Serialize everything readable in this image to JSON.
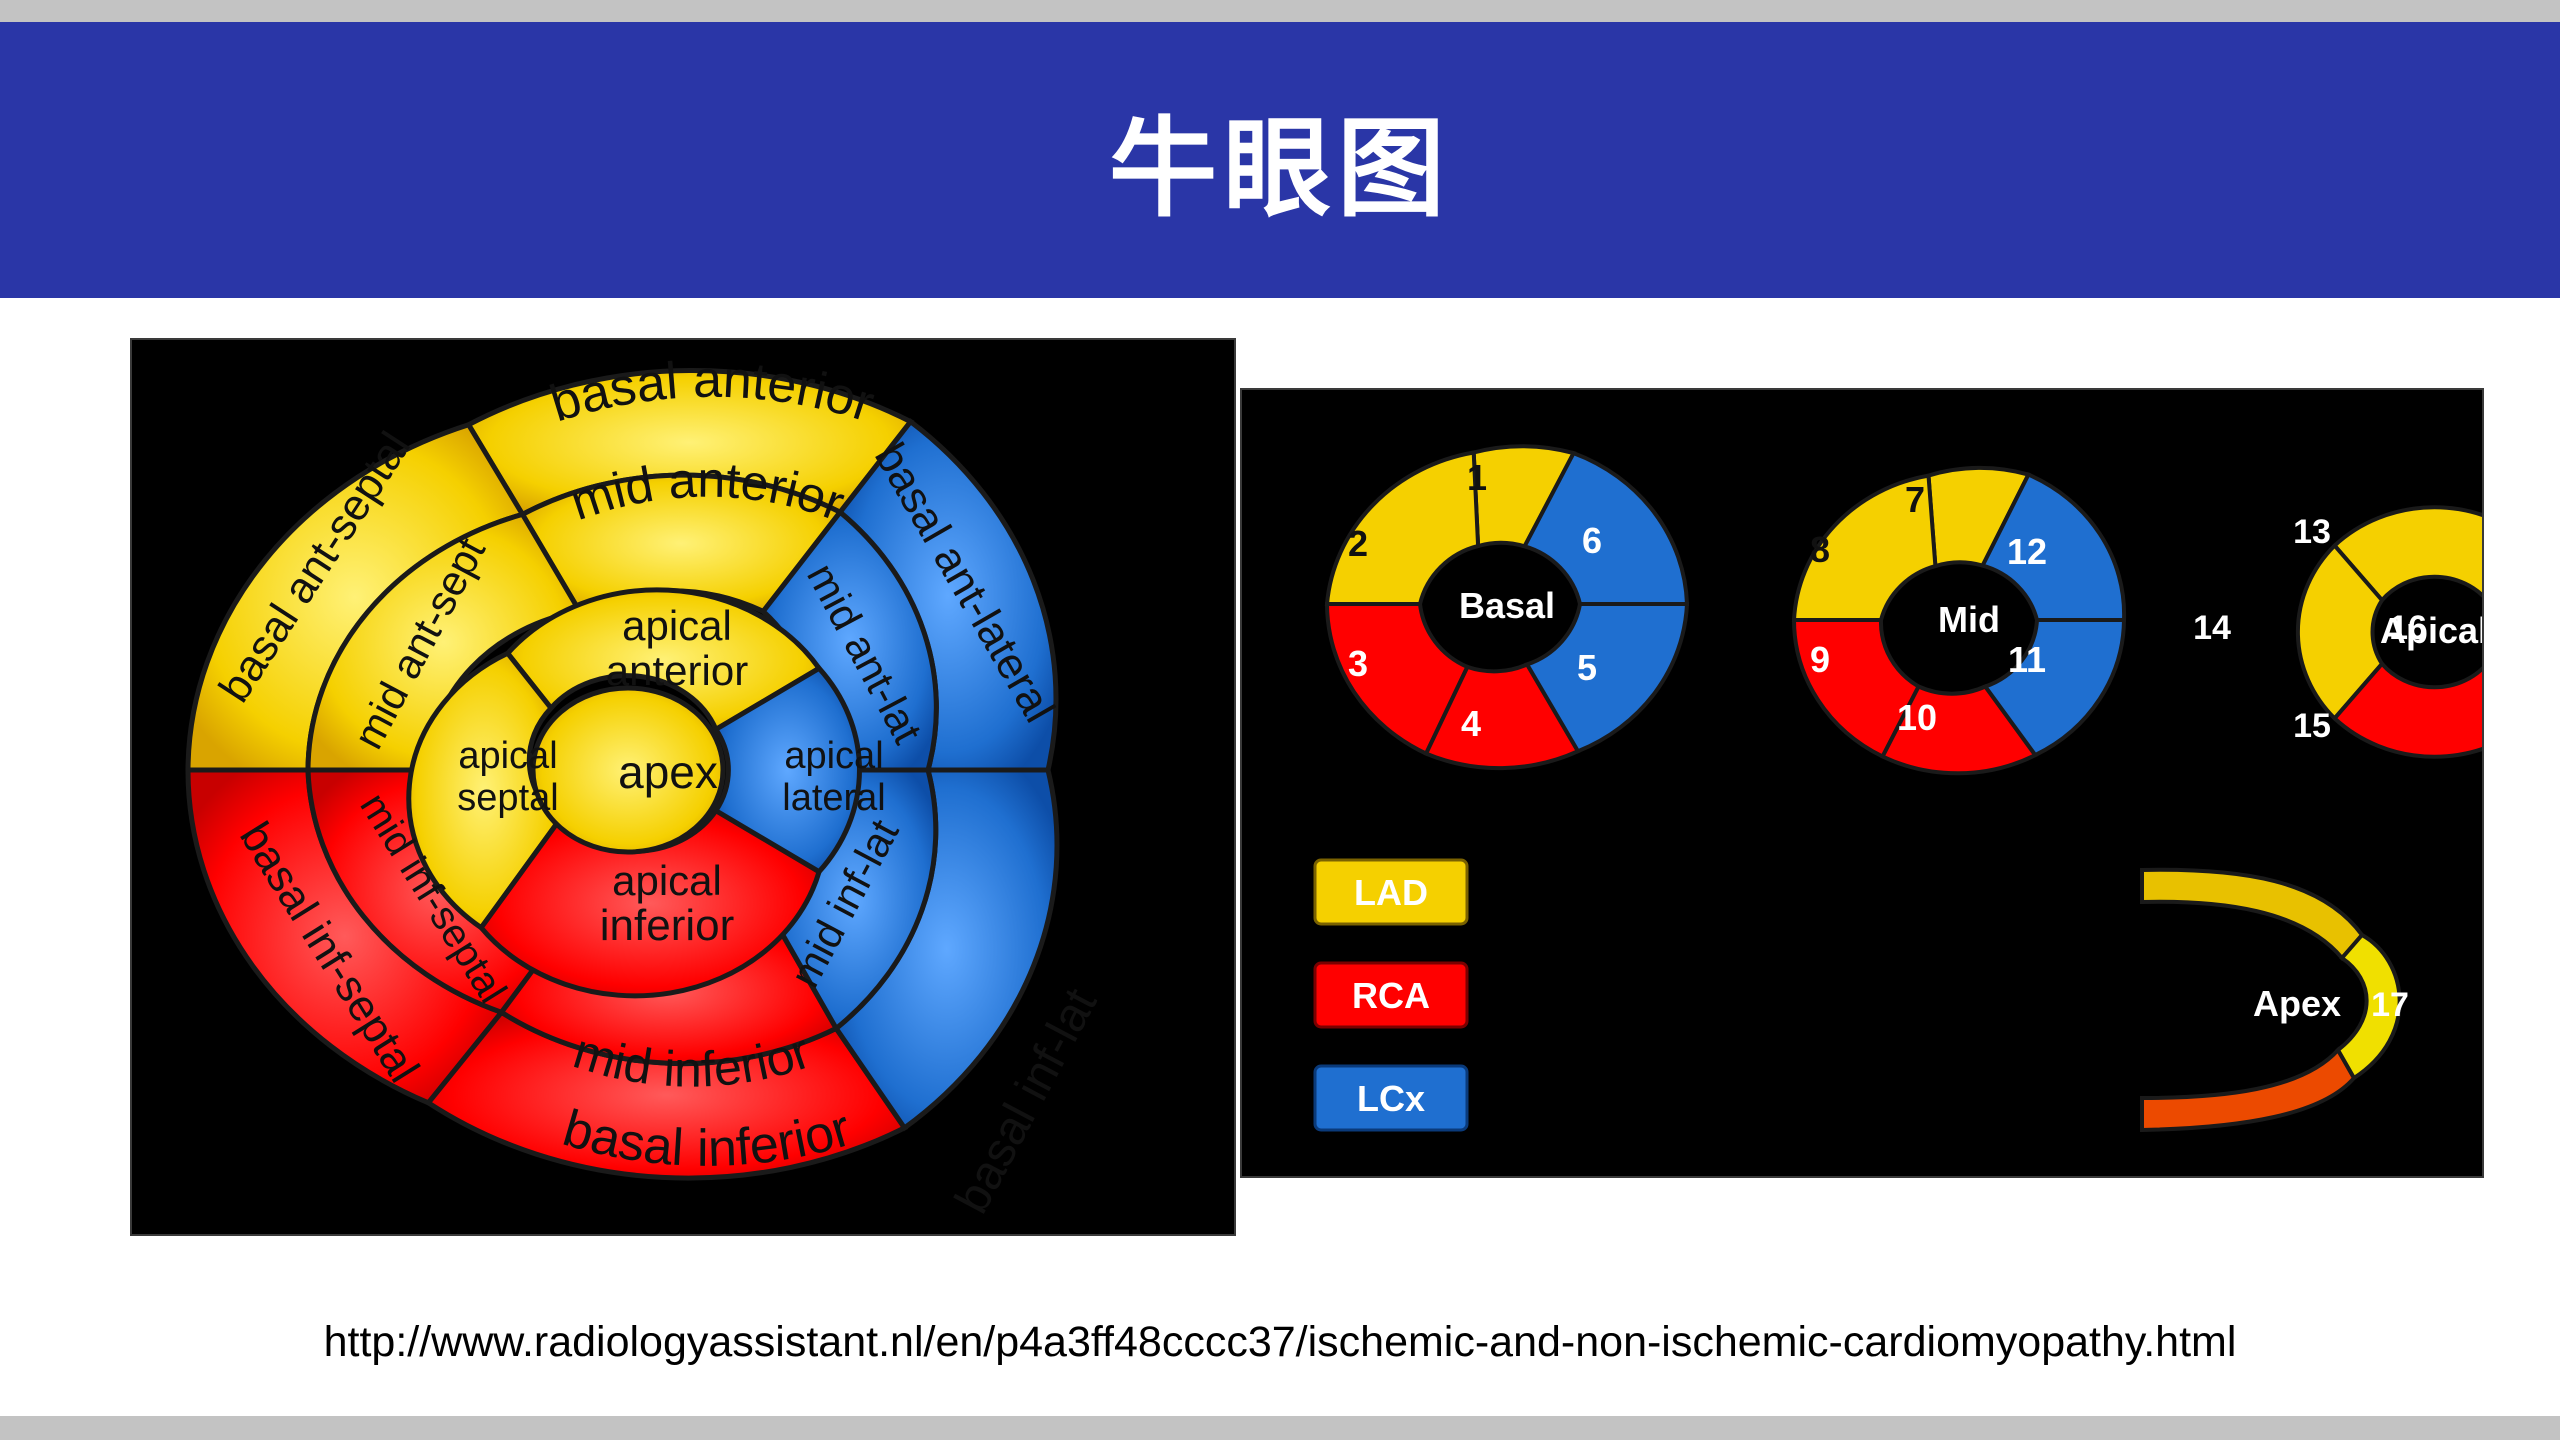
{
  "slide": {
    "title": "牛眼图",
    "source_url": "http://www.radiologyassistant.nl/en/p4a3ff48cccc37/ischemic-and-non-ischemic-cardiomyopathy.html"
  },
  "colors": {
    "banner": "#2a36a7",
    "lad_yellow": "#f5d000",
    "rca_red": "#ff0000",
    "lcx_blue": "#1f6fd0"
  },
  "bullseye": {
    "basal": {
      "anterior": "basal anterior",
      "ant_septal": "basal ant-septal",
      "inf_septal": "basal inf-septal",
      "inferior": "basal inferior",
      "inf_lat": "basal inf-lat",
      "ant_lateral": "basal ant-lateral"
    },
    "mid": {
      "anterior": "mid anterior",
      "ant_sept": "mid ant-sept",
      "inf_septal": "mid inf-septal",
      "inferior": "mid inferior",
      "inf_lat": "mid inf-lat",
      "ant_lat": "mid ant-lat"
    },
    "apical": {
      "anterior_1": "apical",
      "anterior_2": "anterior",
      "septal_1": "apical",
      "septal_2": "septal",
      "inferior_1": "apical",
      "inferior_2": "inferior",
      "lateral_1": "apical",
      "lateral_2": "lateral"
    },
    "apex": "apex"
  },
  "rings": {
    "basal": {
      "label": "Basal",
      "numbers": [
        "1",
        "2",
        "3",
        "4",
        "5",
        "6"
      ]
    },
    "mid": {
      "label": "Mid",
      "numbers": [
        "7",
        "8",
        "9",
        "10",
        "11",
        "12"
      ]
    },
    "apical": {
      "label": "Apical",
      "numbers": [
        "13",
        "14",
        "15",
        "16"
      ]
    }
  },
  "legend": [
    {
      "label": "LAD",
      "color": "#f5d000"
    },
    {
      "label": "RCA",
      "color": "#ff0000"
    },
    {
      "label": "LCx",
      "color": "#1f6fd0"
    }
  ],
  "apex_view": {
    "label": "Apex",
    "number": "17"
  }
}
